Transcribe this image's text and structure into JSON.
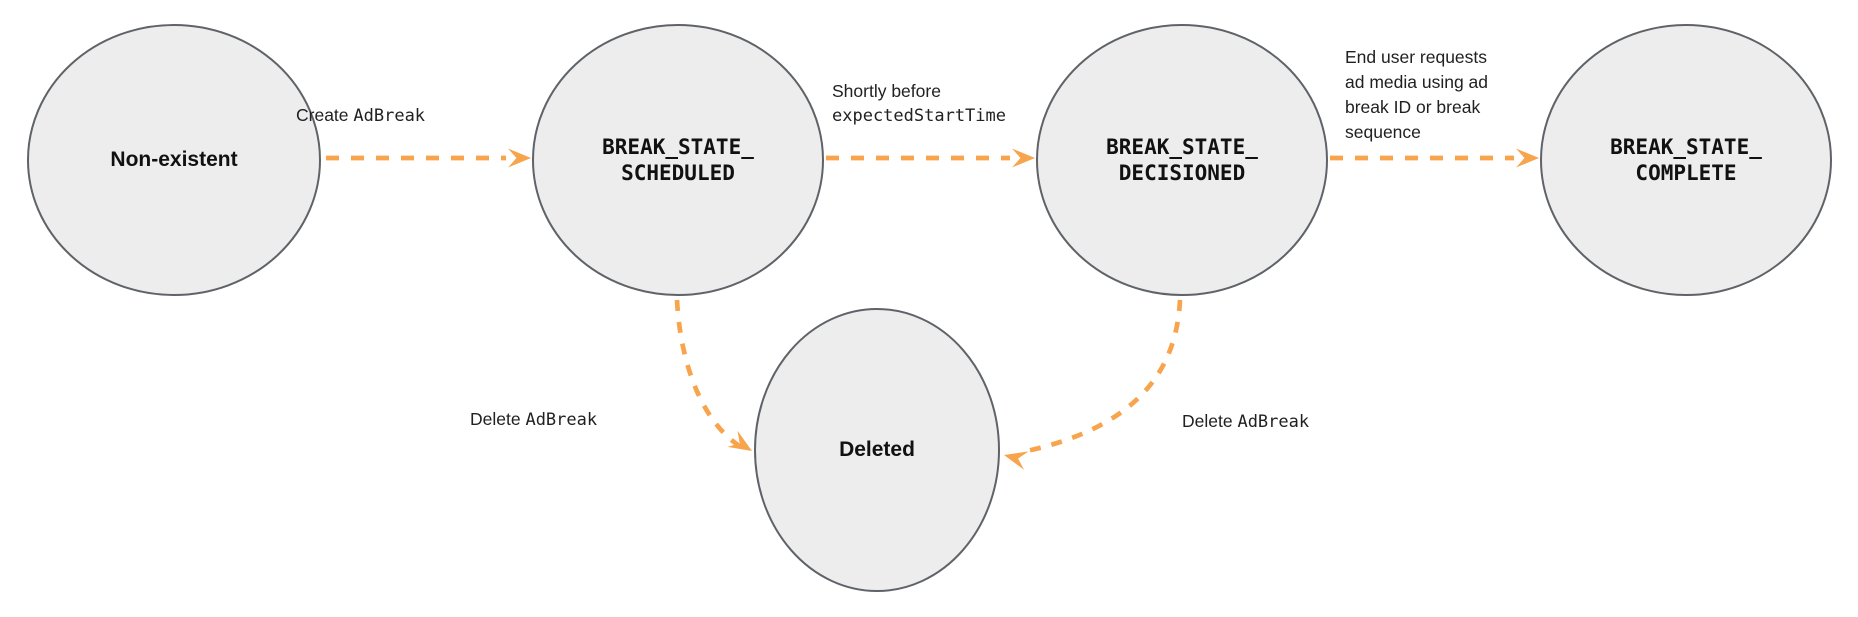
{
  "colors": {
    "background": "#ffffff",
    "node_fill": "#ededed",
    "node_border": "#5f6368",
    "arrow": "#f7a44c",
    "text": "#212121"
  },
  "nodes": [
    {
      "id": "non-existent",
      "label": "Non-existent"
    },
    {
      "id": "break-state-scheduled",
      "line1": "BREAK_STATE_",
      "line2": "SCHEDULED"
    },
    {
      "id": "break-state-decisioned",
      "line1": "BREAK_STATE_",
      "line2": "DECISIONED"
    },
    {
      "id": "break-state-complete",
      "line1": "BREAK_STATE_",
      "line2": "COMPLETE"
    },
    {
      "id": "deleted",
      "label": "Deleted"
    }
  ],
  "edges": [
    {
      "id": "create-adbreak",
      "from": "non-existent",
      "to": "break-state-scheduled",
      "label_plain": "Create ",
      "label_code": "AdBreak"
    },
    {
      "id": "shortly-before-expected-start-time",
      "from": "break-state-scheduled",
      "to": "break-state-decisioned",
      "line1_plain": "Shortly before",
      "line2_code": "expectedStartTime"
    },
    {
      "id": "end-user-requests-ad-media",
      "from": "break-state-decisioned",
      "to": "break-state-complete",
      "lines": [
        "End user requests",
        "ad media using ad",
        "break ID or break",
        "sequence"
      ]
    },
    {
      "id": "delete-adbreak-from-scheduled",
      "from": "break-state-scheduled",
      "to": "deleted",
      "label_plain": "Delete ",
      "label_code": "AdBreak"
    },
    {
      "id": "delete-adbreak-from-decisioned",
      "from": "break-state-decisioned",
      "to": "deleted",
      "label_plain": "Delete ",
      "label_code": "AdBreak"
    }
  ]
}
